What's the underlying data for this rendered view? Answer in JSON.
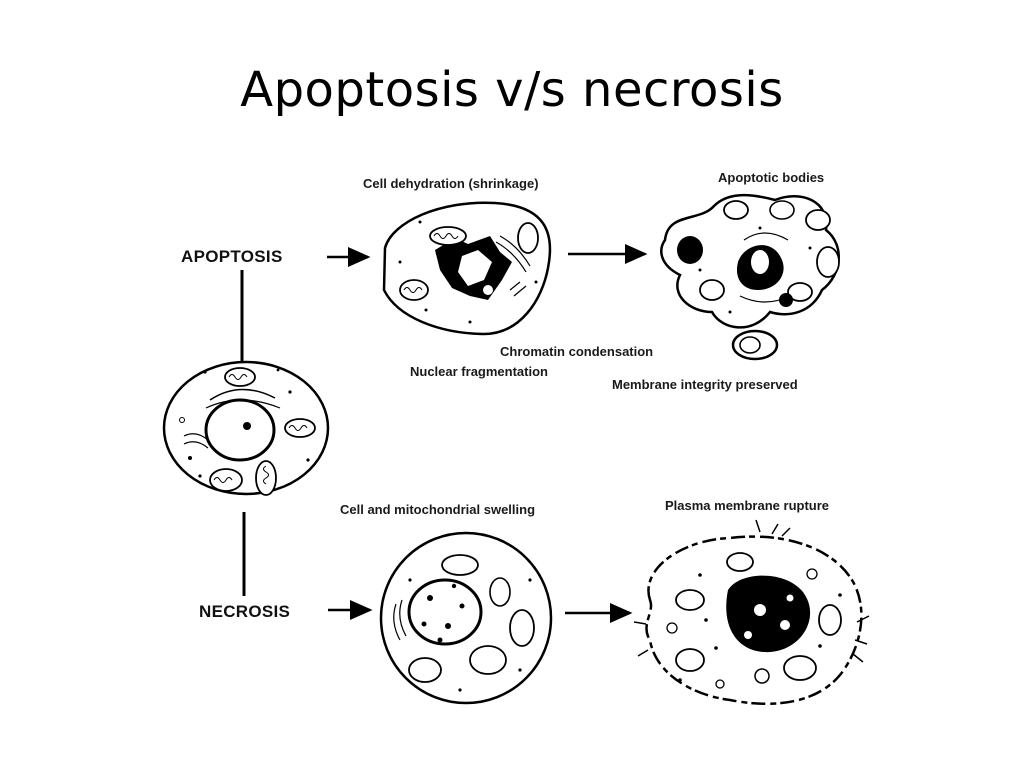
{
  "slide": {
    "title": "Apoptosis v/s necrosis"
  },
  "diagram": {
    "pathways": {
      "apoptosis": "APOPTOSIS",
      "necrosis": "NECROSIS"
    },
    "captions": {
      "shrinkage": "Cell dehydration (shrinkage)",
      "apoptotic_bodies": "Apoptotic bodies",
      "chromatin": "Chromatin condensation",
      "fragmentation": "Nuclear fragmentation",
      "membrane_preserved": "Membrane integrity preserved",
      "swelling": "Cell and mitochondrial swelling",
      "rupture": "Plasma membrane rupture"
    }
  }
}
